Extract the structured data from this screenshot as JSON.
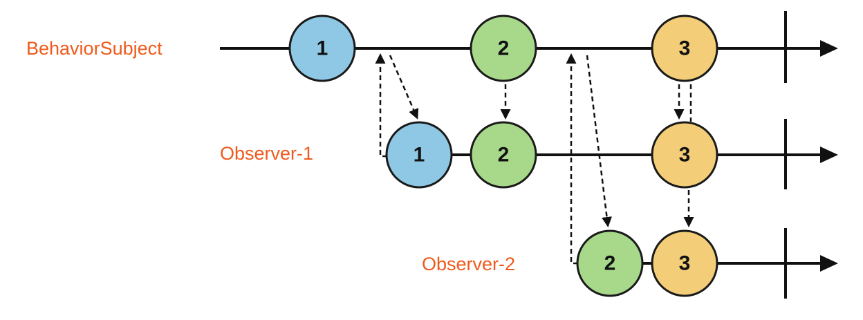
{
  "lanes": {
    "subject": {
      "label": "BehaviorSubject"
    },
    "observer1": {
      "label": "Observer-1"
    },
    "observer2": {
      "label": "Observer-2"
    }
  },
  "marbles": {
    "subject": [
      {
        "value": "1",
        "color": "#8ec8e4"
      },
      {
        "value": "2",
        "color": "#a8d98b"
      },
      {
        "value": "3",
        "color": "#f3cd78"
      }
    ],
    "observer1": [
      {
        "value": "1",
        "color": "#8ec8e4"
      },
      {
        "value": "2",
        "color": "#a8d98b"
      },
      {
        "value": "3",
        "color": "#f3cd78"
      }
    ],
    "observer2": [
      {
        "value": "2",
        "color": "#a8d98b"
      },
      {
        "value": "3",
        "color": "#f3cd78"
      }
    ]
  },
  "colors": {
    "label": "#ef5a1c",
    "line": "#111111",
    "marble_stroke": "#1a1a1a"
  }
}
